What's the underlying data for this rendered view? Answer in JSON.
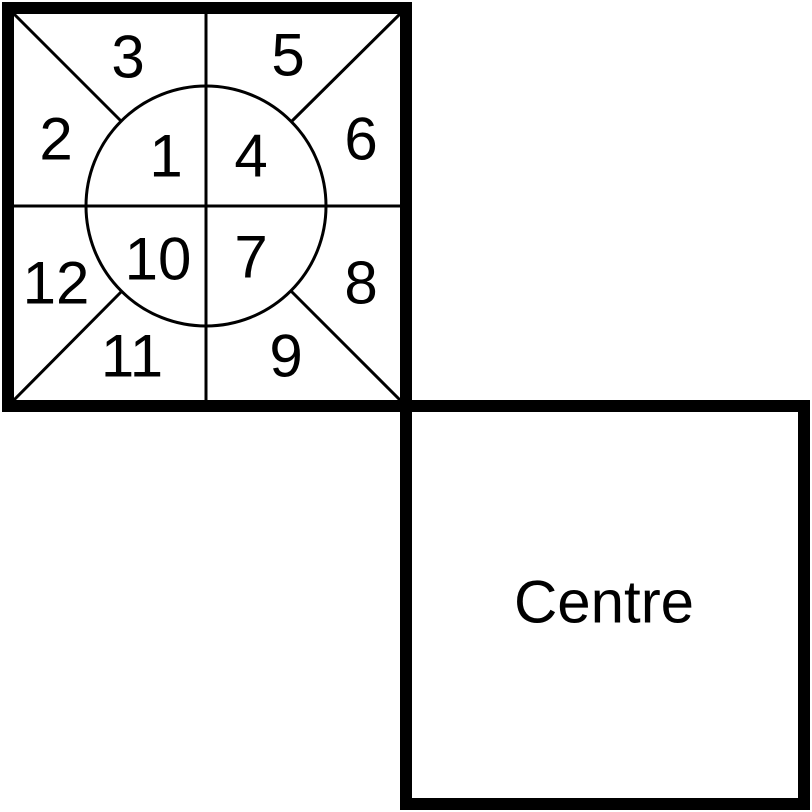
{
  "cells": {
    "c1": "1",
    "c2": "2",
    "c3": "3",
    "c4": "4",
    "c5": "5",
    "c6": "6",
    "c7": "7",
    "c8": "8",
    "c9": "9",
    "c10": "10",
    "c11": "11",
    "c12": "12"
  },
  "centre_label": "Centre"
}
